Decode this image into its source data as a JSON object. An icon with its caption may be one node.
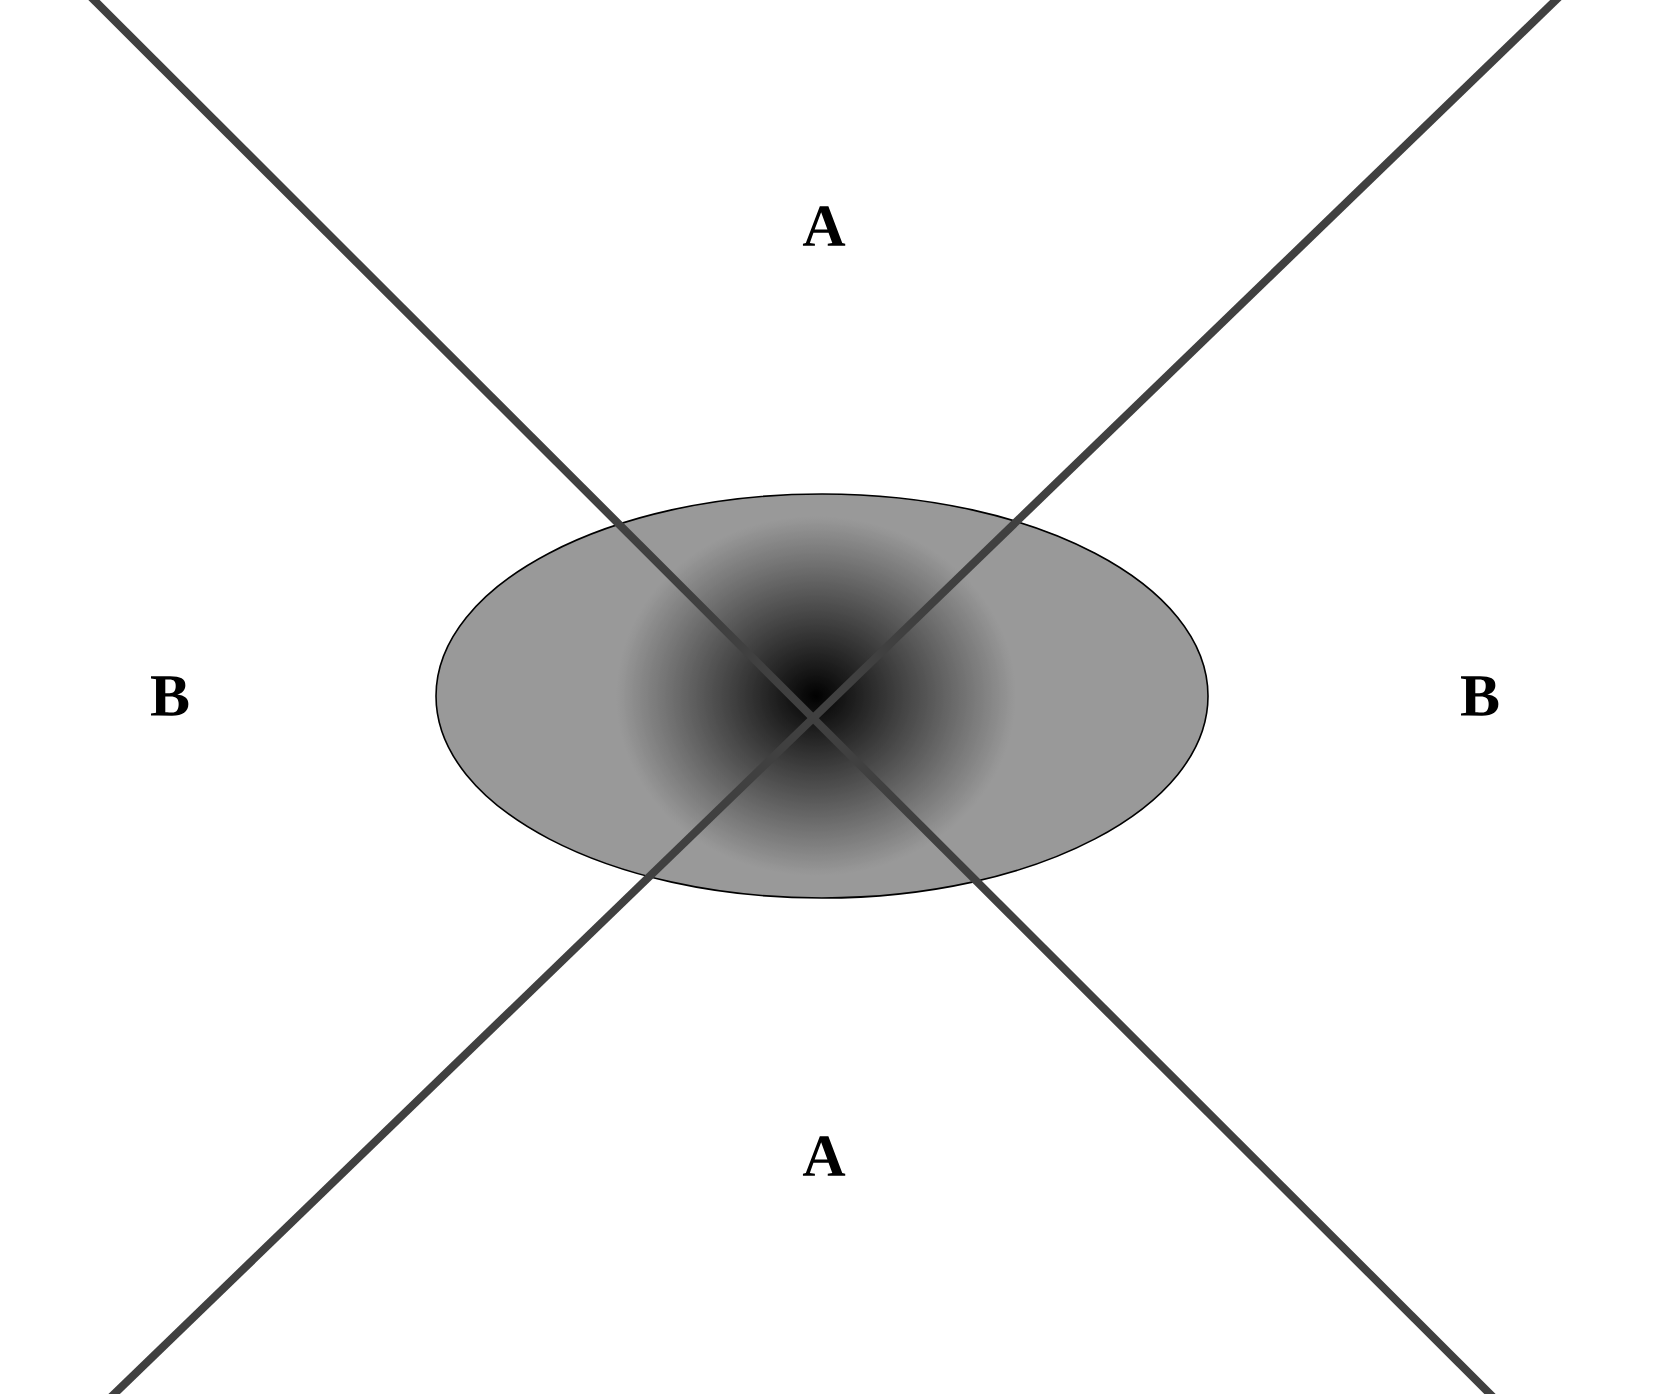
{
  "diagram": {
    "labels": [
      "A",
      "B",
      "B",
      "A"
    ]
  }
}
